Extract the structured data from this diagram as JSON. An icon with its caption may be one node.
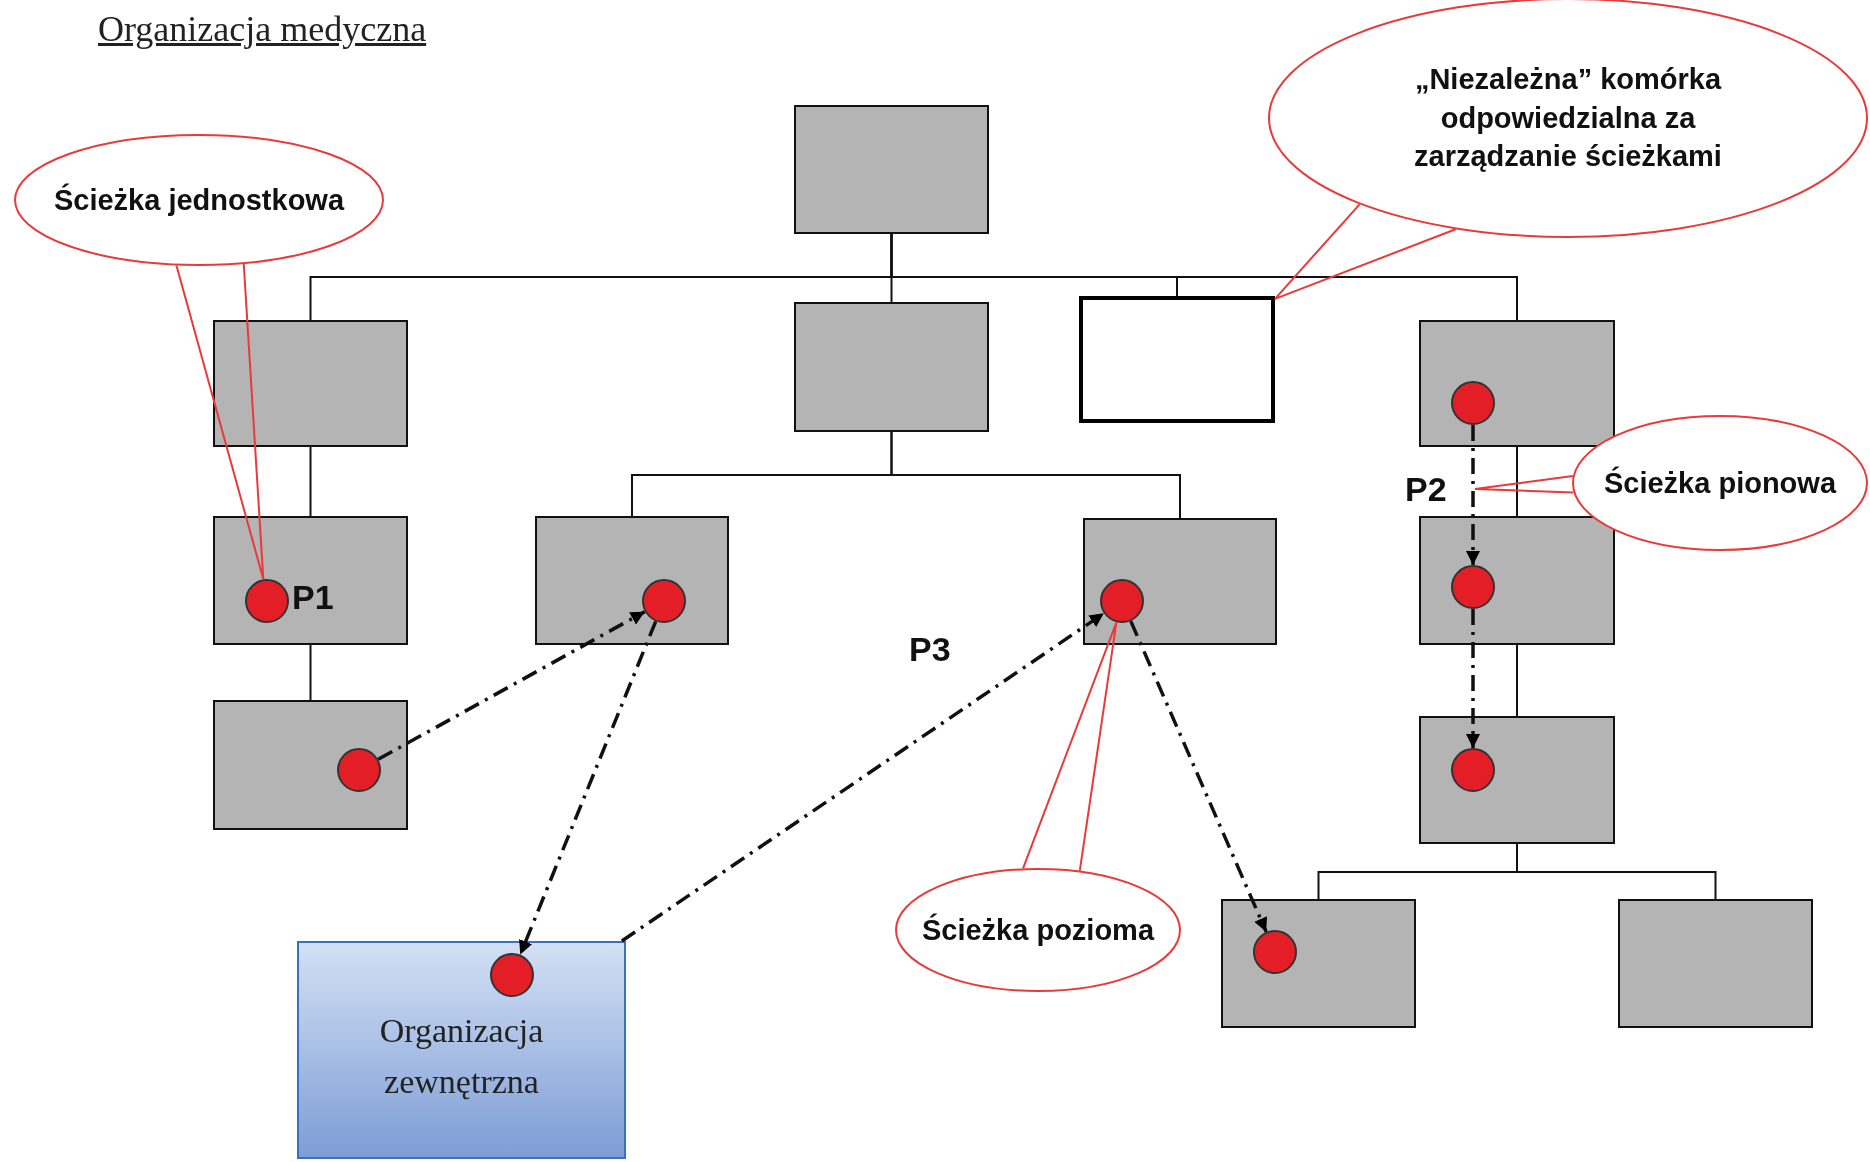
{
  "diagram": {
    "title": "Organizacja medyczna",
    "nodes": [
      {
        "text": [],
        "shape": "box"
      },
      {
        "text": [],
        "shape": "box"
      },
      {
        "text": [],
        "shape": "box"
      },
      {
        "text": [],
        "shape": "box"
      },
      {
        "text": [],
        "shape": "box"
      },
      {
        "text": [],
        "shape": "box"
      },
      {
        "text": [],
        "shape": "box"
      },
      {
        "text": [],
        "shape": "box"
      },
      {
        "text": [],
        "shape": "box"
      },
      {
        "text": [],
        "shape": "box"
      },
      {
        "text": [],
        "shape": "box"
      },
      {
        "text": [],
        "shape": "box"
      },
      {
        "text": [],
        "shape": "box"
      },
      {
        "text": [
          "Organizacja zewnętrzna"
        ]
      },
      {
        "text": [],
        "shape": "circle",
        "in": 5
      },
      {
        "text": [],
        "shape": "circle",
        "in": 9
      },
      {
        "text": [],
        "shape": "circle",
        "in": 6
      },
      {
        "text": [],
        "shape": "circle",
        "in": 7
      },
      {
        "text": [],
        "shape": "circle",
        "in": 4
      },
      {
        "text": [],
        "shape": "circle",
        "in": 8
      },
      {
        "text": [],
        "shape": "circle",
        "in": 10
      },
      {
        "text": [],
        "shape": "circle",
        "in": 11
      },
      {
        "text": [],
        "shape": "circle",
        "in": 13
      },
      {
        "text": [
          "Ścieżka jednostkowa"
        ]
      },
      {
        "text": [
          "„Niezależna” komórka odpowiedzialna za zarządzanie ścieżkami"
        ]
      },
      {
        "text": [
          "Ścieżka pionowa"
        ]
      },
      {
        "text": [
          "Ścieżka pozioma"
        ]
      }
    ],
    "edges": [
      {
        "from": 0,
        "to": 1,
        "arrow": "none"
      },
      {
        "from": 0,
        "to": 2,
        "arrow": "none"
      },
      {
        "from": 0,
        "to": 3,
        "arrow": "none"
      },
      {
        "from": 0,
        "to": 4,
        "arrow": "none"
      },
      {
        "from": 1,
        "to": 5,
        "arrow": "none"
      },
      {
        "from": 5,
        "to": 9,
        "arrow": "none"
      },
      {
        "from": 2,
        "to": 6,
        "arrow": "none"
      },
      {
        "from": 2,
        "to": 7,
        "arrow": "none"
      },
      {
        "from": 4,
        "to": 8,
        "arrow": "none"
      },
      {
        "from": 8,
        "to": 10,
        "arrow": "none"
      },
      {
        "from": 10,
        "to": 11,
        "arrow": "none"
      },
      {
        "from": 10,
        "to": 12,
        "arrow": "none"
      },
      {
        "from": 15,
        "to": 16,
        "arrow": "to",
        "style": "dashed"
      },
      {
        "from": 16,
        "to": 22,
        "arrow": "to",
        "style": "dashed"
      },
      {
        "from": 13,
        "to": 17,
        "arrow": "to",
        "style": "dashed"
      },
      {
        "from": 17,
        "to": 21,
        "arrow": "to",
        "style": "dashed"
      },
      {
        "from": 18,
        "to": 19,
        "arrow": "to",
        "style": "dashed"
      },
      {
        "from": 19,
        "to": 20,
        "arrow": "to",
        "style": "dashed"
      },
      {
        "from": 23,
        "to": 14,
        "arrow": "none",
        "color": "#e83a3a"
      },
      {
        "from": 24,
        "to": 3,
        "arrow": "none",
        "color": "#e83a3a"
      },
      {
        "from": 25,
        "to": null,
        "arrow": "none",
        "color": "#e83a3a"
      },
      {
        "from": 26,
        "to": 17,
        "arrow": "none",
        "color": "#e83a3a"
      }
    ],
    "labels": [
      "P1",
      "P2",
      "P3"
    ]
  }
}
